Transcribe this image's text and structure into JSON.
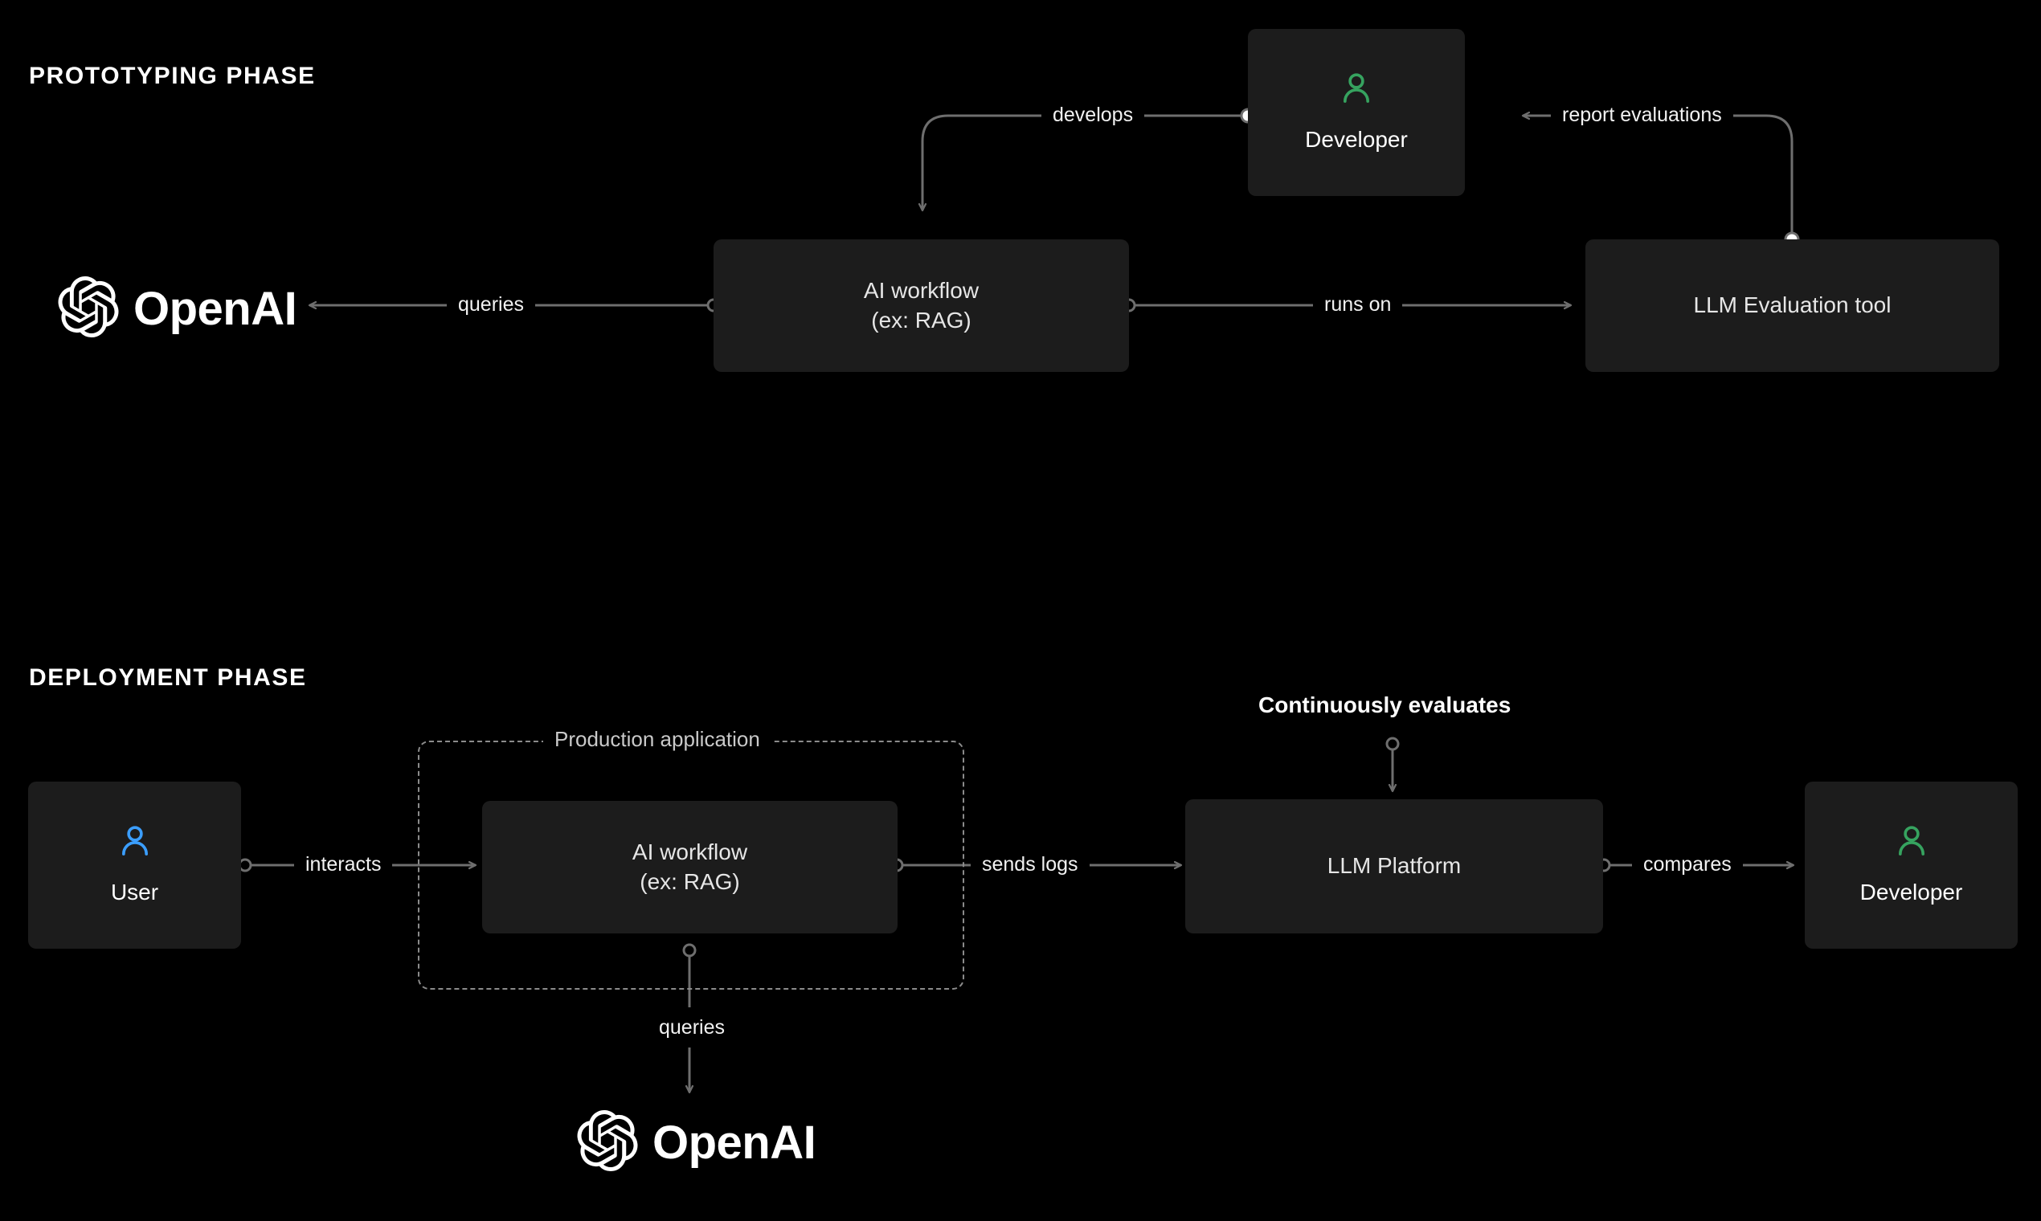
{
  "diagram": {
    "background": "#000000",
    "node_fill": "#1c1c1c",
    "wire_color": "#6e6e6e",
    "developer_icon_color": "#36a35f",
    "user_icon_color": "#3b9eff",
    "dashed_border_color": "#8b8b8b"
  },
  "sections": [
    {
      "id": "prototyping",
      "title": "PROTOTYPING PHASE"
    },
    {
      "id": "deployment",
      "title": "DEPLOYMENT PHASE"
    }
  ],
  "prototyping": {
    "nodes": {
      "openai_logo": {
        "word": "OpenAI",
        "icon": "openai-logo-icon"
      },
      "ai_workflow": {
        "label": "AI workflow\n(ex: RAG)"
      },
      "developer": {
        "label": "Developer",
        "icon": "person-icon"
      },
      "eval_tool": {
        "label": "LLM Evaluation tool"
      }
    },
    "edges": [
      {
        "id": "queries",
        "label": "queries"
      },
      {
        "id": "runs-on",
        "label": "runs on"
      },
      {
        "id": "develops",
        "label": "develops"
      },
      {
        "id": "report-evaluations",
        "label": "report evaluations"
      }
    ]
  },
  "deployment": {
    "nodes": {
      "user": {
        "label": "User",
        "icon": "person-icon"
      },
      "ai_workflow": {
        "label": "AI workflow\n(ex: RAG)"
      },
      "llm_platform": {
        "label": "LLM Platform"
      },
      "developer": {
        "label": "Developer",
        "icon": "person-icon"
      },
      "openai_logo": {
        "word": "OpenAI",
        "icon": "openai-logo-icon"
      }
    },
    "group": {
      "label": "Production application"
    },
    "note": {
      "label": "Continuously evaluates"
    },
    "edges": [
      {
        "id": "interacts",
        "label": "interacts"
      },
      {
        "id": "sends-logs",
        "label": "sends logs"
      },
      {
        "id": "compares",
        "label": "compares"
      },
      {
        "id": "queries",
        "label": "queries"
      }
    ]
  }
}
